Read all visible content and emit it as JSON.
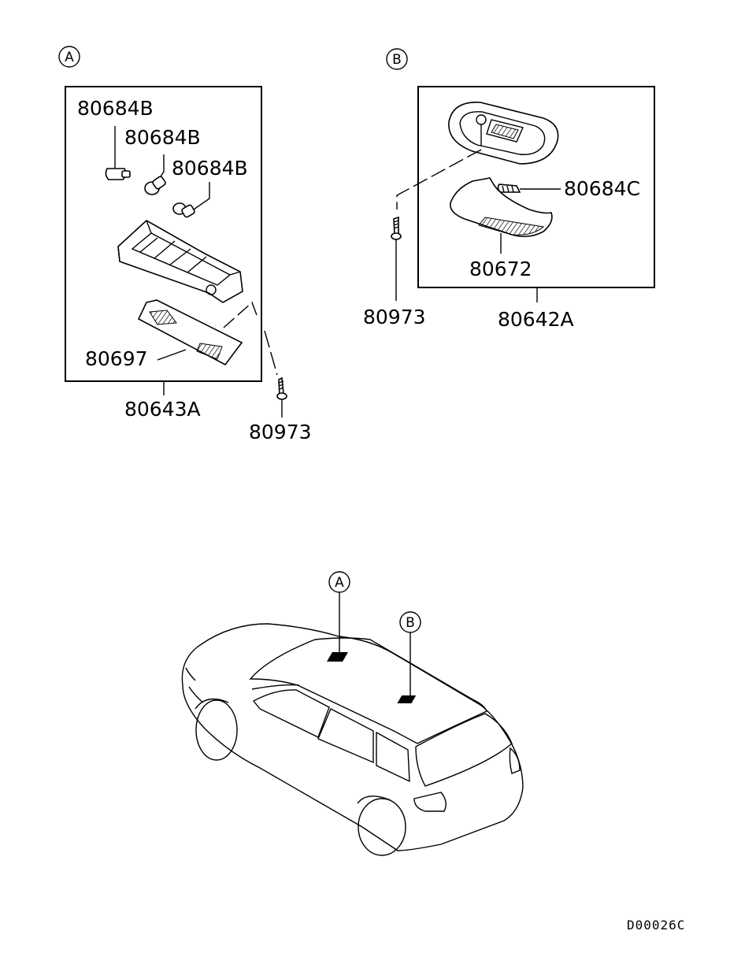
{
  "callouts": {
    "a": "A",
    "b": "B"
  },
  "group_a": {
    "assembly": "80643A",
    "bulb_1": "80684B",
    "bulb_2": "80684B",
    "bulb_3": "80684B",
    "lens": "80697",
    "screw": "80973"
  },
  "group_b": {
    "assembly": "80642A",
    "bulb": "80684C",
    "lens": "80672",
    "screw": "80973"
  },
  "diagram_code": "D00026C"
}
